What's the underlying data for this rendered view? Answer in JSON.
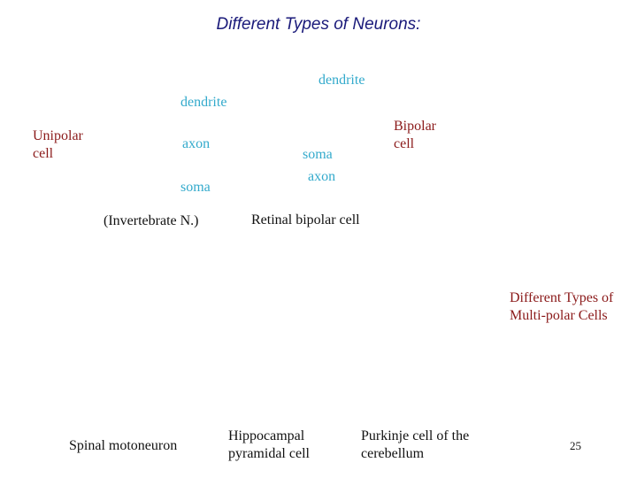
{
  "title": "Different Types of Neurons:",
  "unipolar": {
    "name": "Unipolar cell",
    "dendrite": "dendrite",
    "axon": "axon",
    "soma": "soma",
    "caption": "(Invertebrate N.)"
  },
  "bipolar": {
    "name": "Bipolar cell",
    "dendrite": "dendrite",
    "soma": "soma",
    "axon": "axon",
    "caption": "Retinal bipolar cell"
  },
  "multipolar": {
    "heading": "Different Types of Multi-polar Cells",
    "examples": [
      "Spinal motoneuron",
      "Hippocampal pyramidal cell",
      "Purkinje cell of the cerebellum"
    ]
  },
  "page_number": "25",
  "colors": {
    "title": "#1a1a7a",
    "part_label": "#33aacc",
    "cell_name": "#8b1a1a",
    "caption": "#111111"
  }
}
